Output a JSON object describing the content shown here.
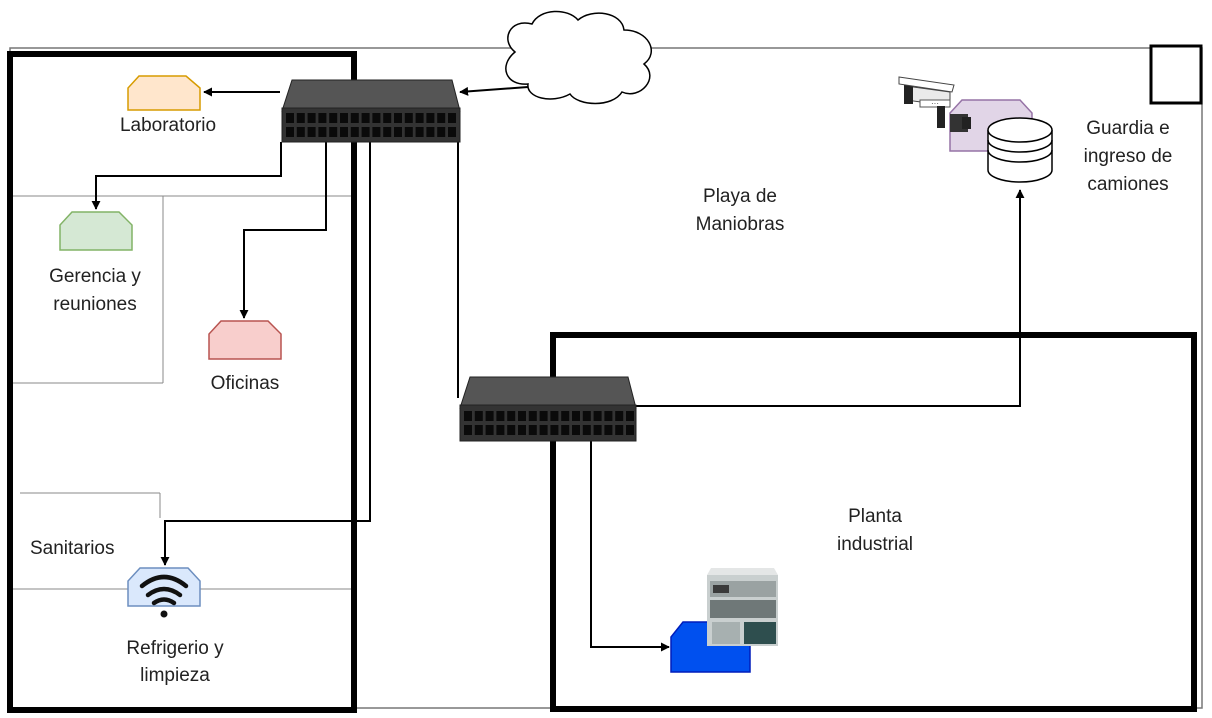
{
  "labels": {
    "laboratorio": "Laboratorio",
    "gerencia_1": "Gerencia y",
    "gerencia_2": "reuniones",
    "oficinas": "Oficinas",
    "sanitarios": "Sanitarios",
    "refrigerio_1": "Refrigerio y",
    "refrigerio_2": "limpieza",
    "playa_1": "Playa de",
    "playa_2": "Maniobras",
    "guardia_1": "Guardia e",
    "guardia_2": "ingreso de",
    "guardia_3": "camiones",
    "planta_1": "Planta",
    "planta_2": "industrial"
  },
  "icons": {
    "cloud": "cloud-icon",
    "switch": "network-switch-icon",
    "node": "network-node-icon",
    "wifi": "wifi-icon",
    "camera": "security-camera-icon",
    "database": "database-icon",
    "plc": "plc-controller-icon"
  },
  "colors": {
    "laboratorio_fill": "#FFE6CC",
    "laboratorio_stroke": "#D79B00",
    "gerencia_fill": "#D5E8D4",
    "gerencia_stroke": "#82B366",
    "oficinas_fill": "#F8CECC",
    "oficinas_stroke": "#B85450",
    "refrigerio_fill": "#DAE8FC",
    "refrigerio_stroke": "#6C8EBF",
    "guardia_fill": "#E1D5E7",
    "guardia_stroke": "#9673A6",
    "planta_fill": "#0050EF",
    "planta_stroke": "#001DBC",
    "switch_fill": "#404040"
  }
}
